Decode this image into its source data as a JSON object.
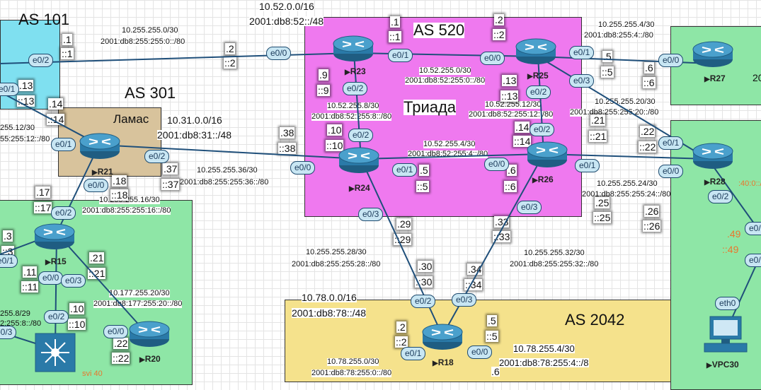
{
  "areas": {
    "as101": {
      "title": "AS 101",
      "color": "#7fe0f0"
    },
    "as301": {
      "title": "AS 301",
      "subtitle": "Ламас",
      "net": "10.31.0.0/16",
      "net6": "2001:db8:31::/48",
      "color": "#d8c39c"
    },
    "as520": {
      "title": "AS 520",
      "subtitle": "Триада",
      "net": "10.52.0.0/16",
      "net6": "2001:db8:52::/48",
      "color": "#ef79ef"
    },
    "as2042": {
      "title": "AS 2042",
      "net": "10.78.0.0/16",
      "net6": "2001:db8:78::/48",
      "color": "#f5e28c"
    },
    "green": {
      "color": "#8ee6a6"
    }
  },
  "routers": {
    "r23": "R23",
    "r25": "R25",
    "r24": "R24",
    "r26": "R26",
    "r21": "R21",
    "r15": "R15",
    "r20": "R20",
    "r18": "R18",
    "r27": "R27",
    "r28": "R28",
    "vpc30": "VPC30"
  },
  "ports": {
    "e0_0": "e0/0",
    "e0_1": "e0/1",
    "e0_2": "e0/2",
    "e0_3": "e0/3",
    "eth0": "eth0"
  },
  "subnets": {
    "s1": {
      "v4": "10.255.255.0/30",
      "v6": "2001:db8:255:255:0::/80"
    },
    "s2": {
      "v4": "10.52.255.0/30",
      "v6": "2001:db8:52:255:0::/80"
    },
    "s3": {
      "v4": "10.255.255.4/30",
      "v6": "2001:db8:255:4::/80"
    },
    "s4": {
      "v4": "10.52.255.8/30",
      "v6": "2001:db8:52:255:8::/80"
    },
    "s5": {
      "v4": "10.52.255.12/30",
      "v6": "2001:db8:52:255:12::/80"
    },
    "s6": {
      "v4": "10.255.255.20/30",
      "v6": "2001:db8:255:255:20::/80"
    },
    "s7": {
      "v4": "10.52.255.4/30",
      "v6": "2001:db8:52:255:4::/80"
    },
    "s8": {
      "v4": "10.255.255.36/30",
      "v6": "2001:db8:255:255:36::/80"
    },
    "s9": {
      "v4": "10.255.255.24/30",
      "v6": "2001:db8:255:255:24::/80"
    },
    "s10": {
      "v4": "10.255.255.16/30",
      "v6": "2001:db8:255:255:16::/80"
    },
    "s11": {
      "v4": "10.255.255.28/30",
      "v6": "2001:db8:255:255:28::/80"
    },
    "s12": {
      "v4": "10.255.255.32/30",
      "v6": "2001:db8:255:255:32::/80"
    },
    "s13": {
      "v4": "10.177.255.20/30",
      "v6": "2001:db8:177:255:20::/80"
    },
    "s14": {
      "v4": "10.78.255.0/30",
      "v6": "2001:db8:78:255:0::/80"
    },
    "s15": {
      "v4": "10.78.255.4/30",
      "v6": "2001:db8:78:255:4::/8"
    },
    "s16": {
      "v4": "255.12/30",
      "v6": "55:255:12::/80"
    },
    "s17": {
      "v4": "255.8/29",
      "v6": "2:255:8::/80"
    }
  },
  "addrs": {
    "a1": [
      ".1",
      "::1"
    ],
    "a2": [
      ".2",
      "::2"
    ],
    "a3": [
      ".1",
      "::1"
    ],
    "a4": [
      ".2",
      "::2"
    ],
    "a5": [
      ".5",
      "::5"
    ],
    "a6": [
      ".6",
      "::6"
    ],
    "a7": [
      ".9",
      "::9"
    ],
    "a8": [
      ".13",
      "::13"
    ],
    "a9": [
      ".14",
      "::14"
    ],
    "a10": [
      ".10",
      "::10"
    ],
    "a11": [
      ".38",
      "::38"
    ],
    "a12": [
      ".37",
      "::37"
    ],
    "a13": [
      ".5",
      "::5"
    ],
    "a14": [
      ".6",
      "::6"
    ],
    "a15": [
      ".21",
      "::21"
    ],
    "a16": [
      ".22",
      "::22"
    ],
    "a17": [
      ".25",
      "::25"
    ],
    "a18": [
      ".26",
      "::26"
    ],
    "a19": [
      ".29",
      "::29"
    ],
    "a20": [
      ".33",
      "::33"
    ],
    "a21": [
      ".30",
      "::30"
    ],
    "a22": [
      ".34",
      "::34"
    ],
    "a23": [
      ".13",
      "::13"
    ],
    "a24": [
      ".14",
      "::14"
    ],
    "a25": [
      ".17",
      "::17"
    ],
    "a26": [
      ".18",
      "::18"
    ],
    "a27": [
      ".3",
      "::3"
    ],
    "a28": [
      ".11",
      "::11"
    ],
    "a29": [
      ".21",
      "::21"
    ],
    "a30": [
      ".10",
      "::10"
    ],
    "a31": [
      ".22",
      "::22"
    ],
    "a32": [
      ".2",
      "::2"
    ],
    "a33": [
      ".5",
      "::5"
    ],
    "a34": [
      ".49",
      "::49"
    ]
  },
  "misc": {
    "svi": "svi 40",
    "r28tail": ":40:0::/",
    "r27tail": "20",
    "six": ".6"
  }
}
